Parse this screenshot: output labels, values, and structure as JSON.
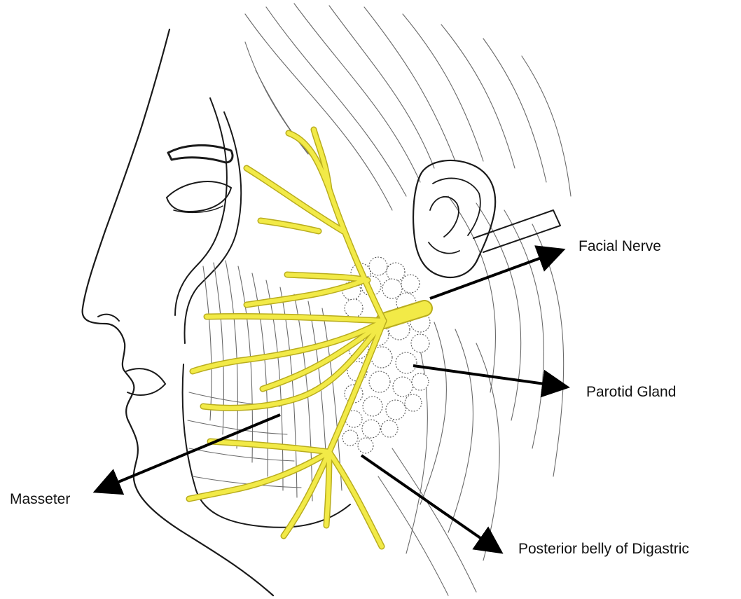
{
  "labels": {
    "facial_nerve": "Facial Nerve",
    "parotid_gland": "Parotid Gland",
    "masseter": "Masseter",
    "posterior_belly_digastric": "Posterior belly of Digastric"
  },
  "colors": {
    "nerve": "#f2ea47",
    "nerve_outline": "#b9ad1e",
    "line_art": "#1a1a1a",
    "arrow": "#000000",
    "background": "#ffffff"
  }
}
